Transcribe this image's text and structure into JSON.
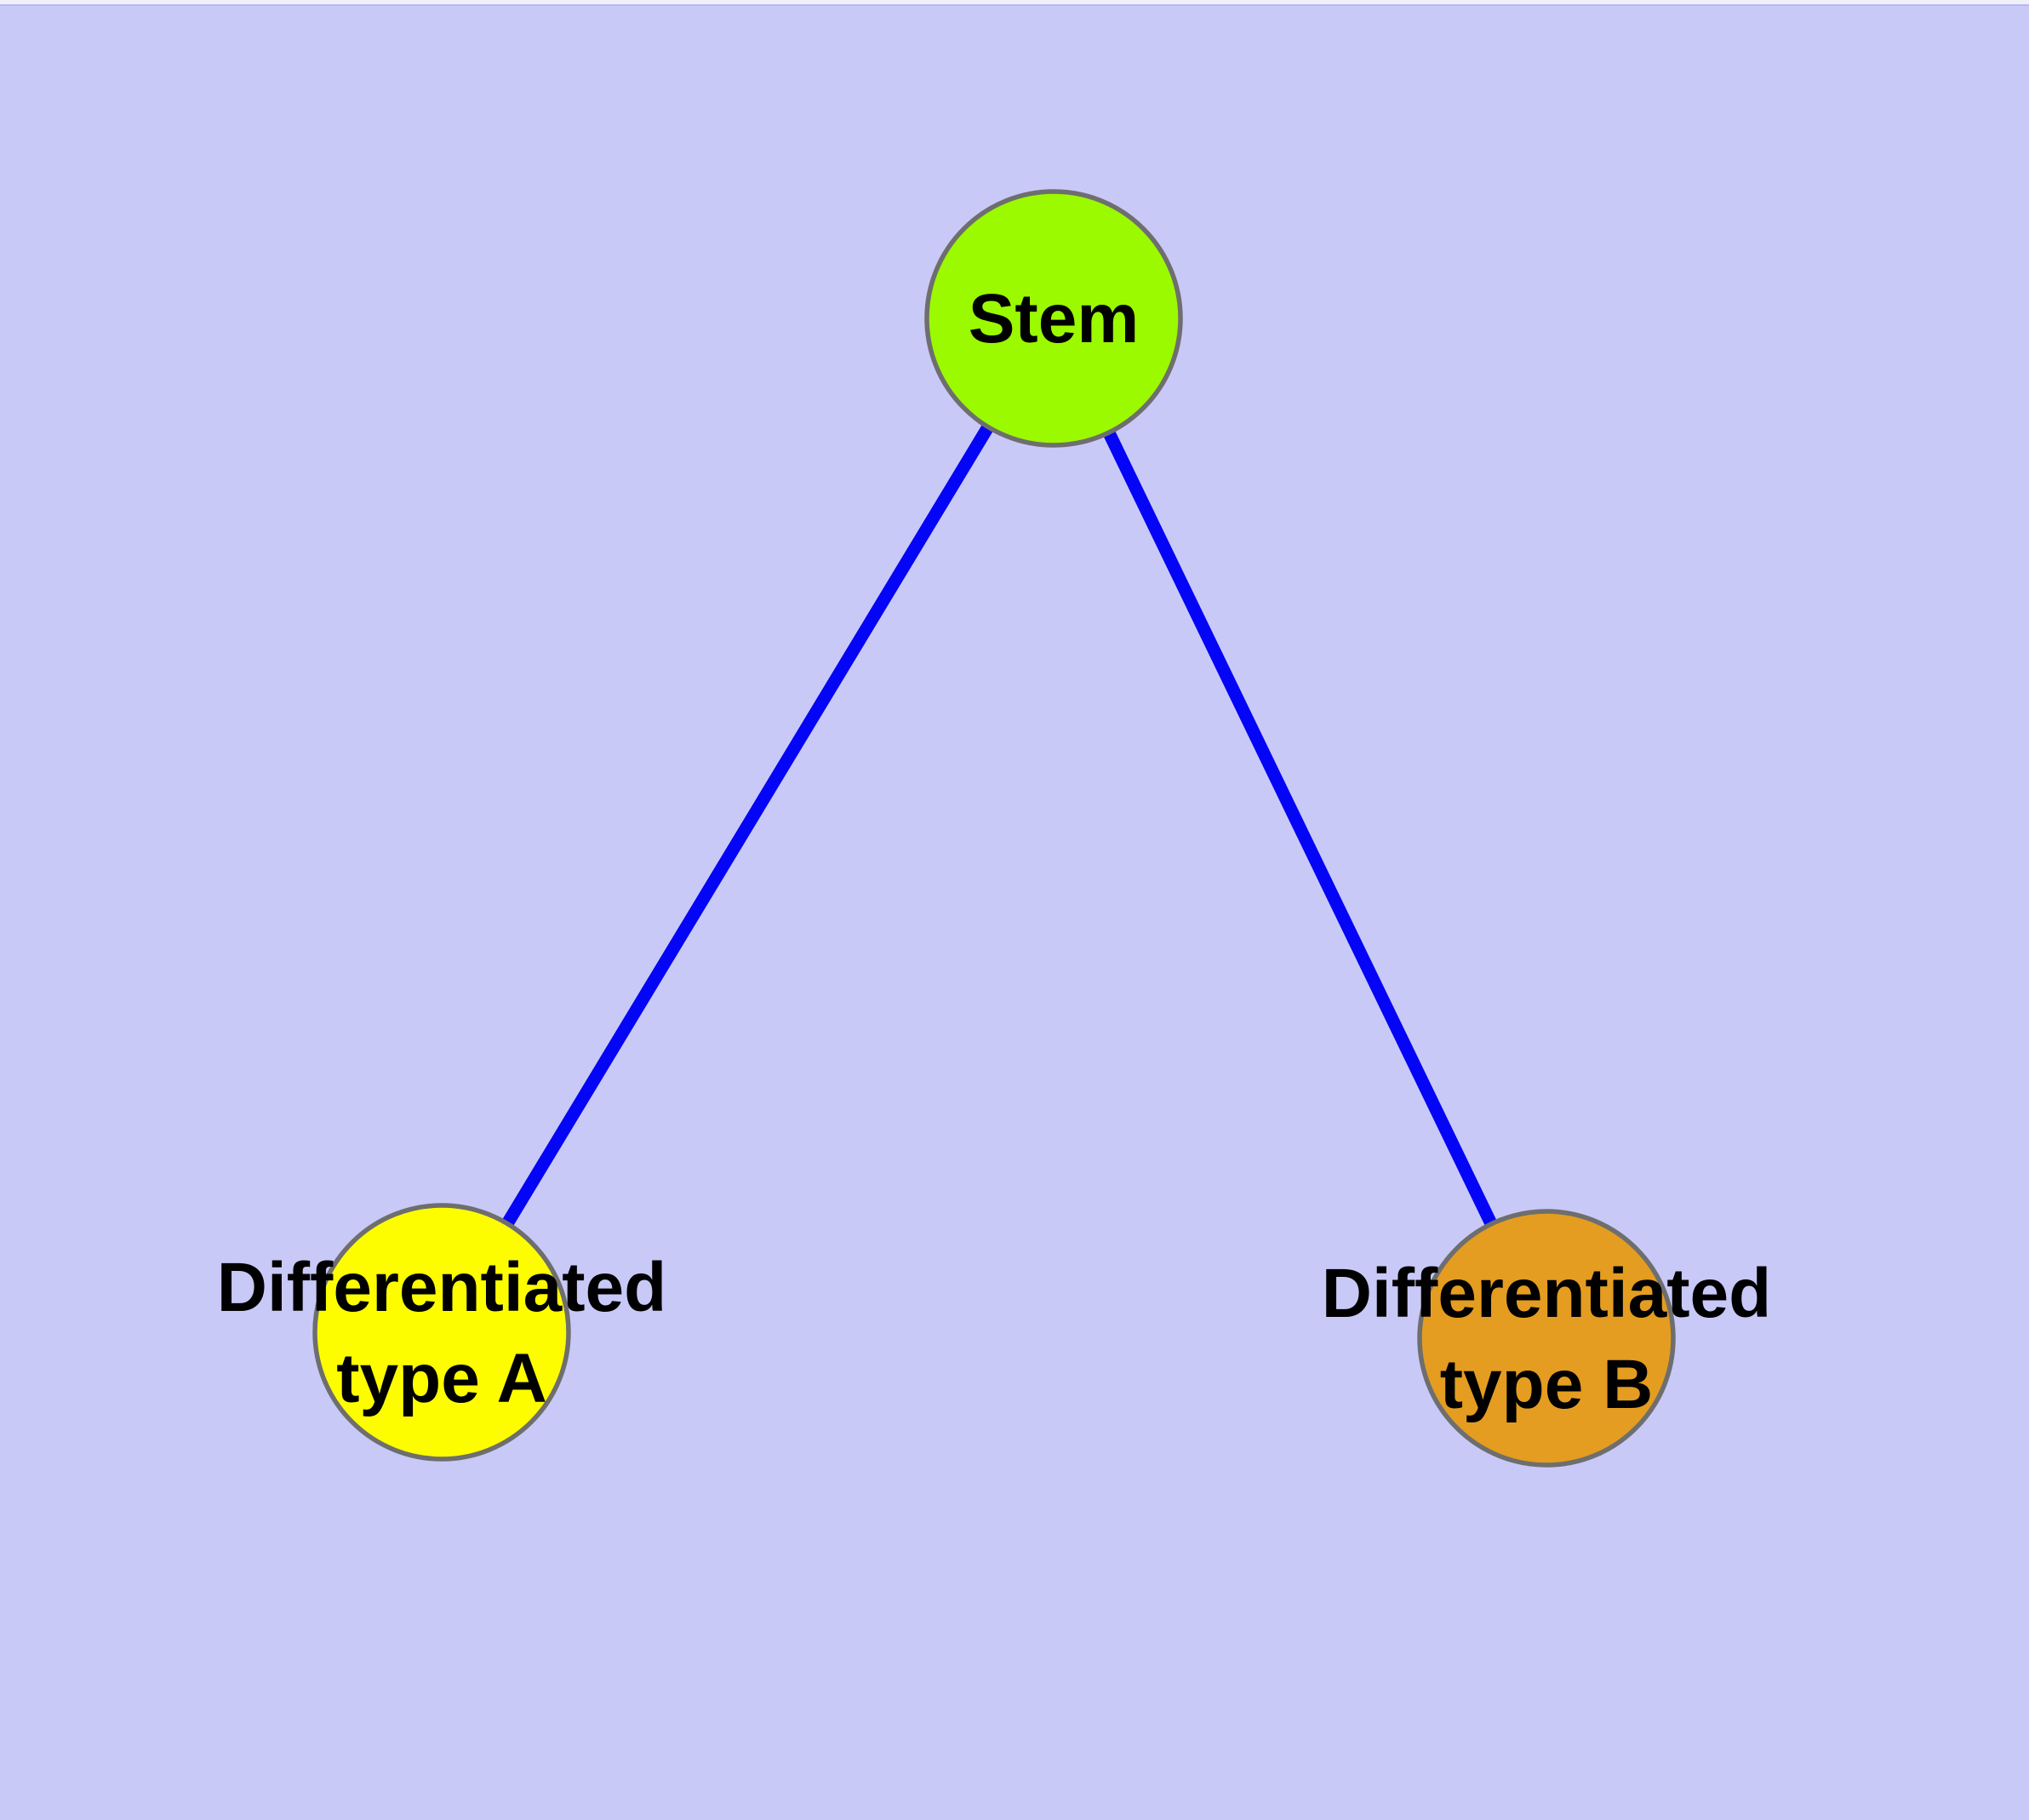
{
  "diagram": {
    "type": "graph",
    "background_color": "#c9c9f8",
    "edge_color": "#0404f6",
    "node_border_color": "#6e6e6e",
    "label_color": "#000000",
    "nodes": [
      {
        "id": "stem",
        "label": "Stem",
        "lines": [
          "Stem"
        ],
        "fill": "#9bf900"
      },
      {
        "id": "differentiated-type-a",
        "label": "Differentiated type A",
        "lines": [
          "Differentiated",
          "type A"
        ],
        "fill": "#fdfd00"
      },
      {
        "id": "differentiated-type-b",
        "label": "Differentiated type B",
        "lines": [
          "Differentiated",
          "type B"
        ],
        "fill": "#e49d20"
      }
    ],
    "edges": [
      {
        "from": "stem",
        "to": "differentiated-type-a"
      },
      {
        "from": "stem",
        "to": "differentiated-type-b"
      }
    ]
  }
}
